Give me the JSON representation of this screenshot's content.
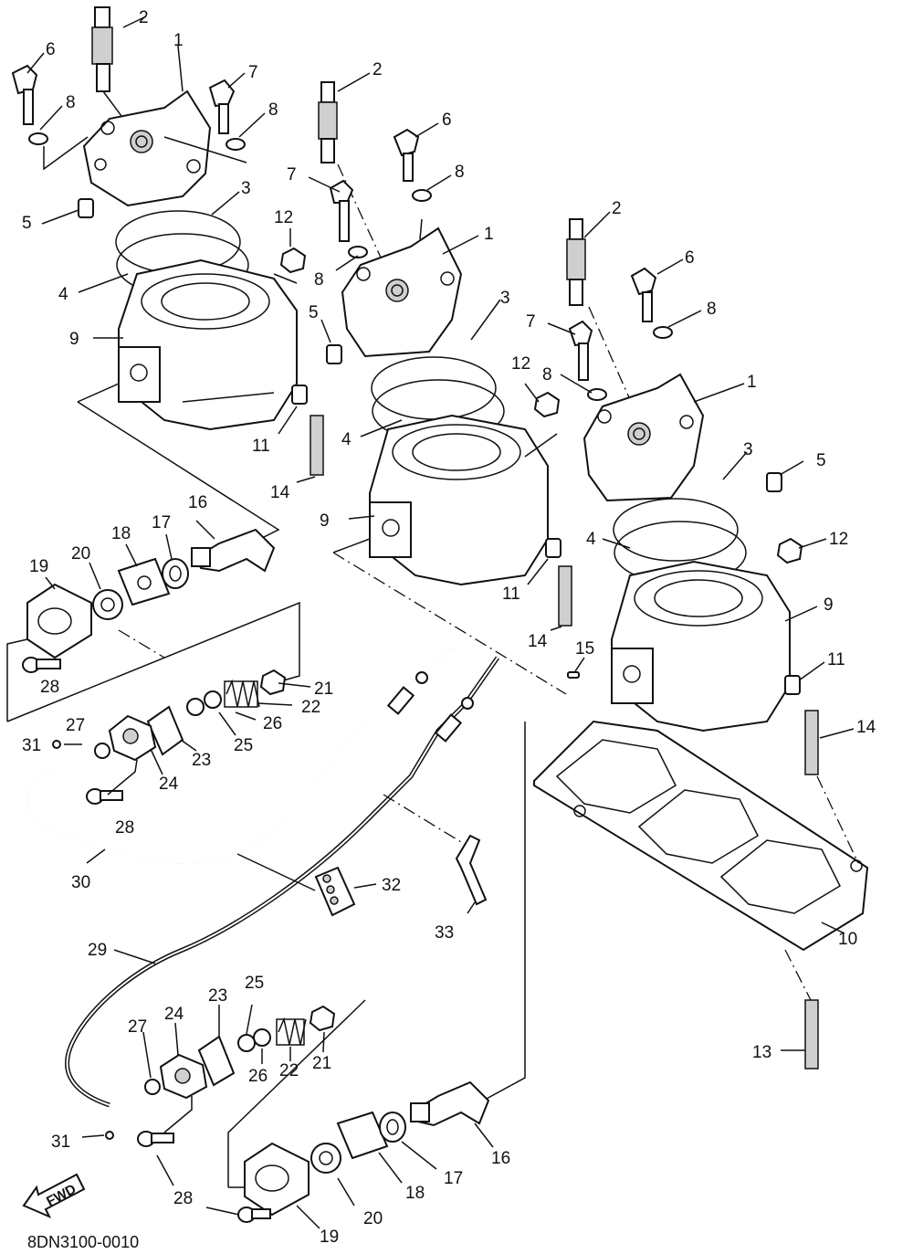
{
  "diagram": {
    "callouts": {
      "c_2a": "2",
      "c_1a": "1",
      "c_6a": "6",
      "c_7a": "7",
      "c_8a": "8",
      "c_8b": "8",
      "c_3a": "3",
      "c_5a": "5",
      "c_4a": "4",
      "c_12a": "12",
      "c_9a": "9",
      "c_11a": "11",
      "c_14a": "14",
      "c_16a": "16",
      "c_2b": "2",
      "c_6b": "6",
      "c_8c": "8",
      "c_7b": "7",
      "c_1b": "1",
      "c_8d": "8",
      "c_5b": "5",
      "c_3b": "3",
      "c_4b": "4",
      "c_12b": "12",
      "c_9b": "9",
      "c_11b": "11",
      "c_14b": "14",
      "c_2c": "2",
      "c_6c": "6",
      "c_8e": "8",
      "c_7c": "7",
      "c_8f": "8",
      "c_1c": "1",
      "c_3c": "3",
      "c_5c": "5",
      "c_12c": "12",
      "c_4c": "4",
      "c_9c": "9",
      "c_15": "15",
      "c_11c": "11",
      "c_14c": "14",
      "c_10": "10",
      "c_13": "13",
      "c_19a": "19",
      "c_20a": "20",
      "c_18a": "18",
      "c_17a": "17",
      "c_28a": "28",
      "c_21a": "21",
      "c_22a": "22",
      "c_26a": "26",
      "c_25a": "25",
      "c_23a": "23",
      "c_27a": "27",
      "c_31a": "31",
      "c_24a": "24",
      "c_28b": "28",
      "c_30": "30",
      "c_32": "32",
      "c_33": "33",
      "c_29": "29",
      "c_24b": "24",
      "c_23b": "23",
      "c_25b": "25",
      "c_27b": "27",
      "c_26b": "26",
      "c_22b": "22",
      "c_21b": "21",
      "c_31b": "31",
      "c_28c": "28",
      "c_19b": "19",
      "c_20b": "20",
      "c_18b": "18",
      "c_17b": "17",
      "c_16b": "16"
    },
    "fwd_label": "FWD",
    "drawing_code": "8DN3100-0010"
  }
}
